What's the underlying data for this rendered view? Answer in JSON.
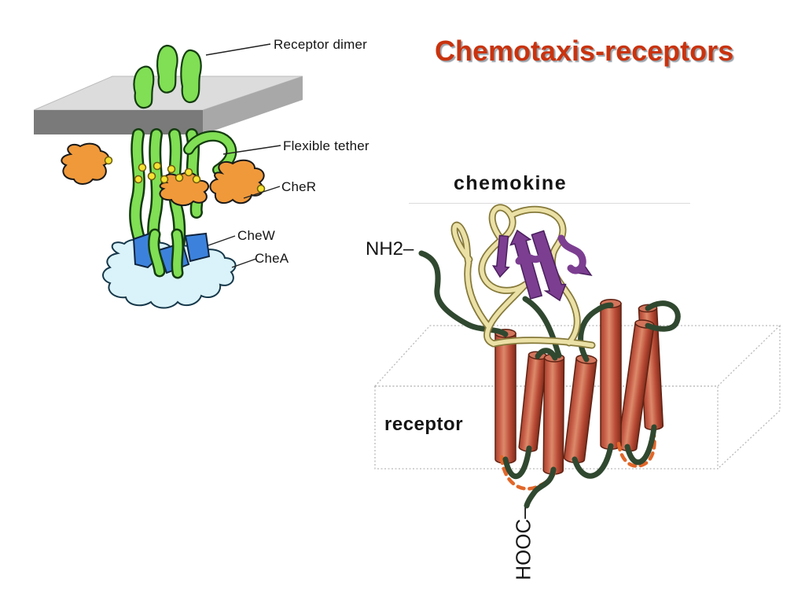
{
  "slide": {
    "title": "Chemotaxis-receptors",
    "title_color": "#c9330e",
    "background": "#ffffff"
  },
  "left_diagram": {
    "description": "Bacterial chemotaxis receptor complex in membrane",
    "labels": [
      {
        "text": "Receptor dimer"
      },
      {
        "text": "Flexible tether"
      },
      {
        "text": "CheR"
      },
      {
        "text": "CheW"
      },
      {
        "text": "CheA"
      }
    ],
    "colors": {
      "receptor_green": "#80df54",
      "outline_green": "#143c10",
      "membrane_top": "#dcdcdc",
      "membrane_front": "#7a7a7a",
      "membrane_side": "#a8a8a8",
      "cher_orange": "#f0993a",
      "chew_blue": "#3c82dc",
      "chea_cyan": "#daf2f9",
      "methylation_yellow": "#f6e232"
    }
  },
  "right_diagram": {
    "description": "Chemokine bound to seven-transmembrane receptor",
    "labels": {
      "chemokine": "chemokine",
      "nh2": "NH2–",
      "receptor": "receptor",
      "hooc": "HOOC–"
    },
    "colors": {
      "helix_red": "#c05740",
      "helix_cap": "#d2745b",
      "strand_green": "#30482f",
      "ribbon_tan": "#ebe0a6",
      "ribbon_tan_outline": "#85793a",
      "sheet_purple": "#7c3e91",
      "loop_orange": "#e2672a",
      "membrane_dotted": "#b9b9b9"
    }
  }
}
